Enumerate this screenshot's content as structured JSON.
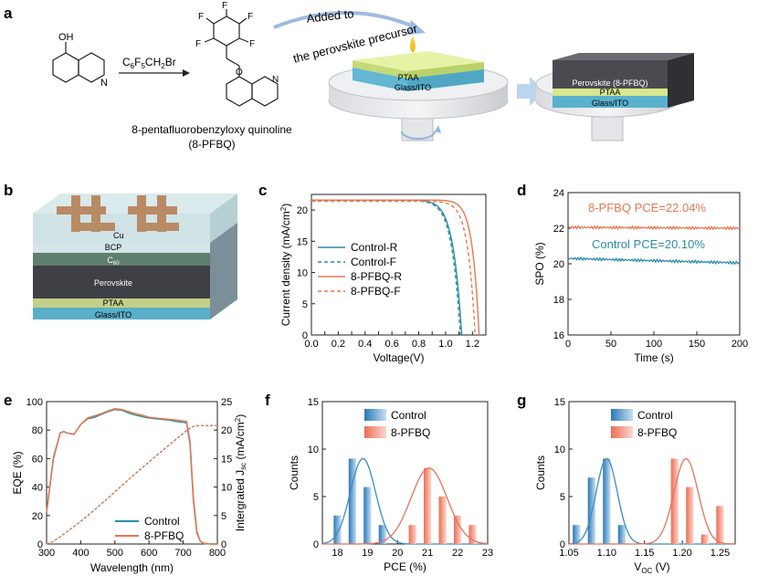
{
  "panels": {
    "a": "a",
    "b": "b",
    "c": "c",
    "d": "d",
    "e": "e",
    "f": "f",
    "g": "g"
  },
  "panel_a": {
    "reagent_main": "C",
    "reagent_sub1": "6",
    "reagent_f": "F",
    "reagent_sub2": "5",
    "reagent_ch": "CH",
    "reagent_sub3": "2",
    "reagent_br": "Br",
    "product_name": "8-pentafluorobenzyloxy quinoline",
    "product_abbr": "(8-PFBQ)",
    "added_line1": "Added to",
    "added_line2": "the perovskite precursor",
    "layer_ptaa": "PTAA",
    "layer_ito": "Glass/ITO",
    "layer_perov_pfbq": "Perovskite (8-PFBQ)",
    "layer_ptaa2": "PTAA",
    "layer_ito2": "Glass/ITO",
    "atom_oh": "OH",
    "atom_n": "N",
    "atom_o": "O",
    "atom_f": "F"
  },
  "panel_b": {
    "layers": [
      "Cu",
      "BCP",
      "C",
      "60",
      "Perovskite",
      "PTAA",
      "Glass/ITO"
    ]
  },
  "chart_data": [
    {
      "id": "c",
      "type": "line",
      "xlabel": "Voltage(V)",
      "ylabel": "Current density (mA/cm",
      "ylabel_sup": "2",
      "ylabel_close": ")",
      "xlim": [
        0.0,
        1.3
      ],
      "ylim": [
        0,
        22.5
      ],
      "xticks": [
        "0.0",
        "0.1",
        "0.2",
        "0.3",
        "0.4",
        "0.5",
        "0.6",
        "0.7",
        "0.8",
        "0.9",
        "1.0",
        "1.1",
        "1.2"
      ],
      "yticks": [
        "0",
        "5",
        "10",
        "15",
        "20"
      ],
      "series": [
        {
          "name": "Control-R",
          "color": "#2a8ca8",
          "dash": false,
          "jsc": 21.6,
          "voc": 1.12,
          "n": 1.9
        },
        {
          "name": "Control-F",
          "color": "#2a8ca8",
          "dash": true,
          "jsc": 21.5,
          "voc": 1.11,
          "n": 1.9
        },
        {
          "name": "8-PFBQ-R",
          "color": "#e8774e",
          "dash": false,
          "jsc": 21.6,
          "voc": 1.25,
          "n": 1.35
        },
        {
          "name": "8-PFBQ-F",
          "color": "#e8774e",
          "dash": true,
          "jsc": 21.4,
          "voc": 1.22,
          "n": 1.5
        }
      ]
    },
    {
      "id": "d",
      "type": "line",
      "xlabel": "Time (s)",
      "ylabel": "SPO (%)",
      "xlim": [
        0,
        200
      ],
      "ylim": [
        16,
        24
      ],
      "xticks": [
        "0",
        "50",
        "100",
        "150",
        "200"
      ],
      "yticks": [
        "16",
        "18",
        "20",
        "22",
        "24"
      ],
      "series": [
        {
          "name": "8-PFBQ",
          "color": "#e8774e",
          "values_start": 22.05,
          "values_end": 22.0
        },
        {
          "name": "Control",
          "color": "#2a8ca8",
          "values_start": 20.3,
          "values_end": 20.05
        }
      ],
      "annotations": [
        {
          "text": "8-PFBQ  PCE=22.04%",
          "color": "#e8774e"
        },
        {
          "text": "Control   PCE=20.10%",
          "color": "#2a8ca8"
        }
      ]
    },
    {
      "id": "e",
      "type": "line",
      "xlabel": "Wavelength (nm)",
      "ylabel": "EQE (%)",
      "y2label": "Intergrated J",
      "y2label_sub": "sc",
      "y2label_close": " (mA/cm",
      "y2label_sup": "2",
      "y2label_end": ")",
      "xlim": [
        300,
        800
      ],
      "ylim": [
        0,
        100
      ],
      "y2lim": [
        0,
        25
      ],
      "xticks": [
        "300",
        "400",
        "500",
        "600",
        "700",
        "800"
      ],
      "yticks": [
        "0",
        "20",
        "40",
        "60",
        "80",
        "100"
      ],
      "y2ticks": [
        "0",
        "5",
        "10",
        "15",
        "20",
        "25"
      ],
      "series": [
        {
          "name": "Control",
          "color": "#2a8ca8",
          "x": [
            300,
            320,
            340,
            350,
            360,
            380,
            400,
            420,
            440,
            460,
            480,
            500,
            520,
            540,
            560,
            580,
            600,
            620,
            640,
            660,
            680,
            700,
            710,
            720,
            730,
            740,
            750,
            760,
            780,
            800
          ],
          "y": [
            22,
            60,
            78,
            79,
            78,
            77,
            84,
            88,
            89,
            91,
            93,
            94.5,
            94,
            92,
            90.5,
            89.5,
            88.5,
            88,
            87.5,
            87,
            86,
            85.5,
            85,
            70,
            30,
            8,
            2,
            0.5,
            0,
            0
          ]
        },
        {
          "name": "8-PFBQ",
          "color": "#e8774e",
          "x": [
            300,
            320,
            340,
            350,
            360,
            380,
            400,
            420,
            440,
            460,
            480,
            500,
            520,
            540,
            560,
            580,
            600,
            620,
            640,
            660,
            680,
            700,
            710,
            720,
            730,
            740,
            750,
            760,
            780,
            800
          ],
          "y": [
            22,
            61,
            78,
            79,
            78,
            77,
            84,
            88.5,
            90,
            91.5,
            93.5,
            95,
            94.5,
            93,
            91.5,
            90.5,
            89,
            88.5,
            88,
            87.5,
            87,
            86.5,
            86,
            72,
            32,
            9,
            2,
            0.5,
            0,
            0
          ]
        }
      ],
      "integrated_final": 20.8
    },
    {
      "id": "f",
      "type": "bar",
      "xlabel": "PCE (%)",
      "ylabel": "Counts",
      "xlim": [
        17.5,
        23
      ],
      "ylim": [
        0,
        15
      ],
      "xticks": [
        "18",
        "19",
        "20",
        "21",
        "22",
        "23"
      ],
      "yticks": [
        "0",
        "5",
        "10",
        "15"
      ],
      "bin_width": 0.5,
      "series": [
        {
          "name": "Control",
          "color": "#6fa8d6",
          "bins": [
            18.0,
            18.5,
            19.0,
            19.5
          ],
          "counts": [
            3,
            9,
            6,
            2
          ],
          "mean": 18.85,
          "sd": 0.42,
          "peak": 9
        },
        {
          "name": "8-PFBQ",
          "color": "#ef8e7a",
          "bins": [
            20.5,
            21.0,
            21.5,
            22.0,
            22.5
          ],
          "counts": [
            2,
            8,
            5,
            3,
            2
          ],
          "mean": 21.05,
          "sd": 0.6,
          "peak": 8
        }
      ]
    },
    {
      "id": "g",
      "type": "bar",
      "xlabel": "V",
      "xlabel_sub": "OC",
      "xlabel_end": " (V)",
      "ylabel": "Counts",
      "xlim": [
        1.05,
        1.27
      ],
      "ylim": [
        0,
        15
      ],
      "xticks": [
        "1.05",
        "1.10",
        "1.15",
        "1.20",
        "1.25"
      ],
      "yticks": [
        "0",
        "5",
        "10",
        "15"
      ],
      "bin_width": 0.02,
      "series": [
        {
          "name": "Control",
          "color": "#6fa8d6",
          "bins": [
            1.06,
            1.08,
            1.1,
            1.12
          ],
          "counts": [
            2,
            7,
            9,
            2
          ],
          "mean": 1.1,
          "sd": 0.014,
          "peak": 9
        },
        {
          "name": "8-PFBQ",
          "color": "#ef8e7a",
          "bins": [
            1.19,
            1.21,
            1.23,
            1.25
          ],
          "counts": [
            9,
            6,
            1,
            4
          ],
          "mean": 1.205,
          "sd": 0.016,
          "peak": 9
        }
      ]
    }
  ]
}
